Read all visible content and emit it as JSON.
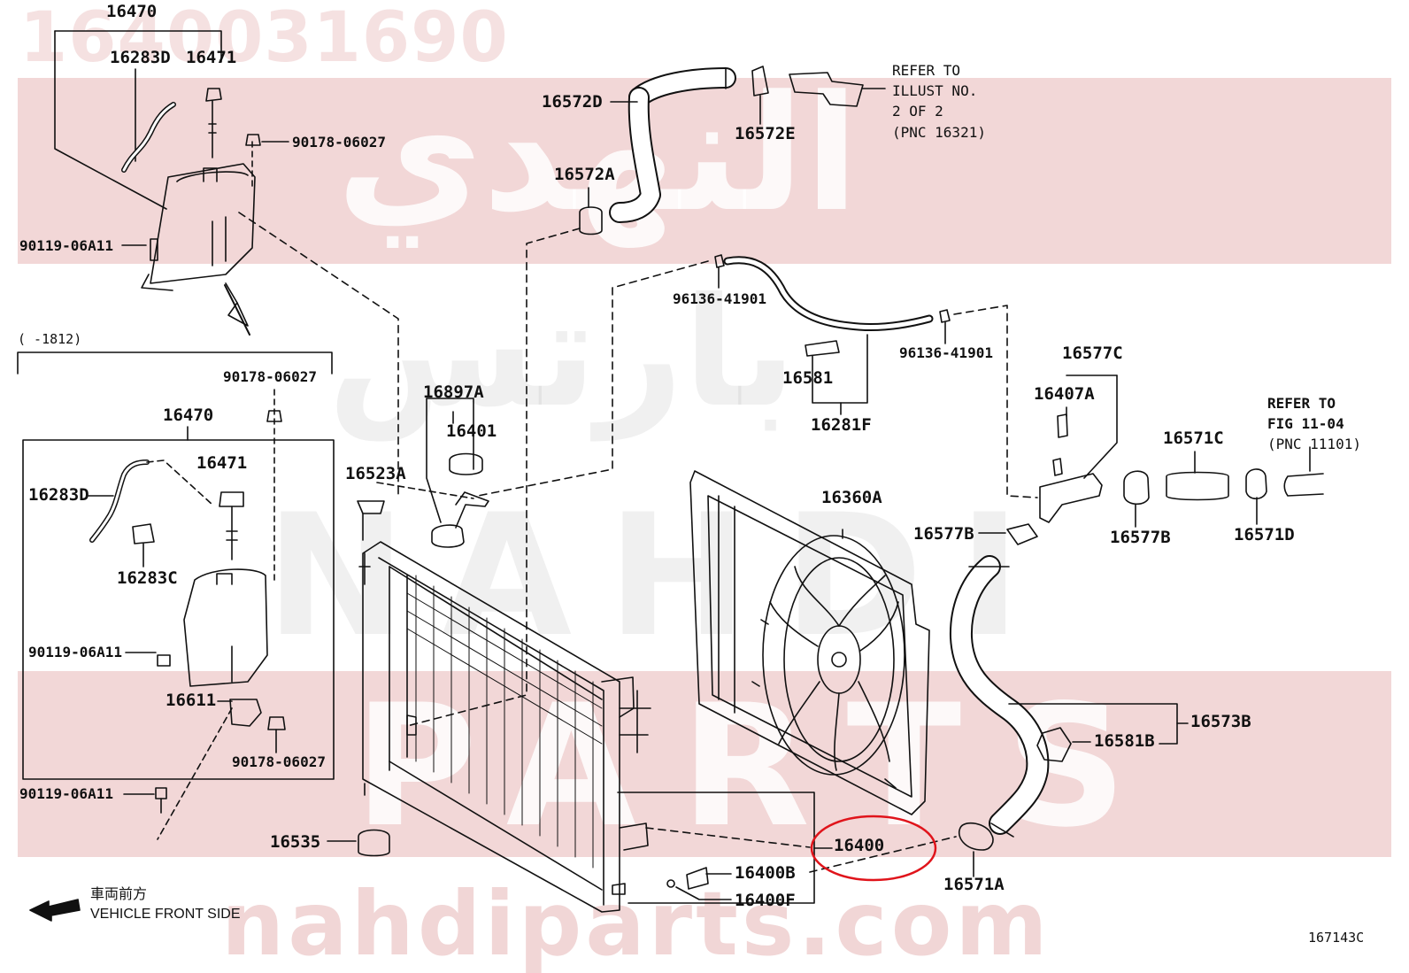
{
  "watermark": {
    "part_no": "1640031690",
    "arabic_top": "النهدي",
    "arabic_mid": "بارتس",
    "latin_mid": "NAHDI",
    "latin_low": "PARTS",
    "url": "nahdiparts.com"
  },
  "colors": {
    "band": "#f2d7d7",
    "line": "#111111",
    "highlight": "#e0141b"
  },
  "labels": {
    "l16470_top": "16470",
    "l16283D_top": "16283D",
    "l16471_top": "16471",
    "l90178_top": "90178-06027",
    "l90119_top": "90119-06A11",
    "lrange": "(      -1812)",
    "l90178_box_top": "90178-06027",
    "l16470_box": "16470",
    "l16471_box": "16471",
    "l16283D_box": "16283D",
    "l16283C_box": "16283C",
    "l90119_box": "90119-06A11",
    "l16611_box": "16611",
    "l90178_box_bot": "90178-06027",
    "l90119_bot": "90119-06A11",
    "l16535": "16535",
    "l16523A": "16523A",
    "l16897A": "16897A",
    "l16401": "16401",
    "l16572D": "16572D",
    "l16572E": "16572E",
    "l16572A": "16572A",
    "l96136_a": "96136-41901",
    "l96136_b": "96136-41901",
    "l16581": "16581",
    "l16281F": "16281F",
    "l16577C": "16577C",
    "l16407A": "16407A",
    "l16571C": "16571C",
    "l16577B_a": "16577B",
    "l16577B_b": "16577B",
    "l16571D": "16571D",
    "l16360A": "16360A",
    "l16573B": "16573B",
    "l16581B": "16581B",
    "l16400": "16400",
    "l16400B": "16400B",
    "l16400F": "16400F",
    "l16571A": "16571A"
  },
  "notes": {
    "refer_illust_1": "REFER TO",
    "refer_illust_2": "ILLUST NO.",
    "refer_illust_3": "2 OF 2",
    "refer_illust_4": "(PNC 16321)",
    "refer_fig_1": "REFER TO",
    "refer_fig_2": "FIG 11-04",
    "refer_fig_3": "(PNC 11101)",
    "front_jp": "車両前方",
    "front_en": "VEHICLE FRONT SIDE",
    "figure_no": "167143C"
  },
  "highlight": {
    "circled_part": "16400"
  }
}
